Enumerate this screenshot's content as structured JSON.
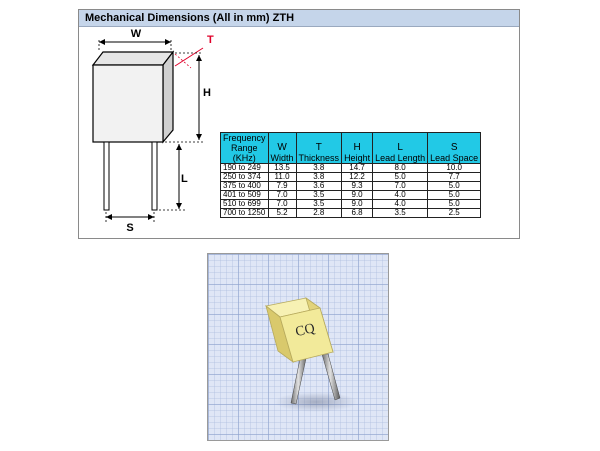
{
  "panel": {
    "title": "Mechanical Dimensions (All in mm) ZTH"
  },
  "drawing": {
    "label_w": "W",
    "label_t": "T",
    "label_h": "H",
    "label_l": "L",
    "label_s": "S",
    "accent_color": "#e0002a"
  },
  "table": {
    "headers": [
      {
        "l1": "Frequency",
        "l2": "Range",
        "l3": "(KHz)"
      },
      {
        "l1": "",
        "l2": "W",
        "l3": "Width"
      },
      {
        "l1": "",
        "l2": "T",
        "l3": "Thickness"
      },
      {
        "l1": "",
        "l2": "H",
        "l3": "Height"
      },
      {
        "l1": "",
        "l2": "L",
        "l3": "Lead Length"
      },
      {
        "l1": "",
        "l2": "S",
        "l3": "Lead Space"
      }
    ],
    "header_color": "#22c9e6",
    "rows": [
      [
        "190 to 249",
        "13.5",
        "3.8",
        "14.7",
        "8.0",
        "10.0"
      ],
      [
        "250 to 374",
        "11.0",
        "3.8",
        "12.2",
        "5.0",
        "7.7"
      ],
      [
        "375 to 400",
        "7.9",
        "3.6",
        "9.3",
        "7.0",
        "5.0"
      ],
      [
        "401 to 509",
        "7.0",
        "3.5",
        "9.0",
        "4.0",
        "5.0"
      ],
      [
        "510 to 699",
        "7.0",
        "3.5",
        "9.0",
        "4.0",
        "5.0"
      ],
      [
        "700 to 1250",
        "5.2",
        "2.8",
        "6.8",
        "3.5",
        "2.5"
      ]
    ]
  },
  "photo": {
    "marking": "CQ",
    "body_color": "#f2ea9a"
  }
}
